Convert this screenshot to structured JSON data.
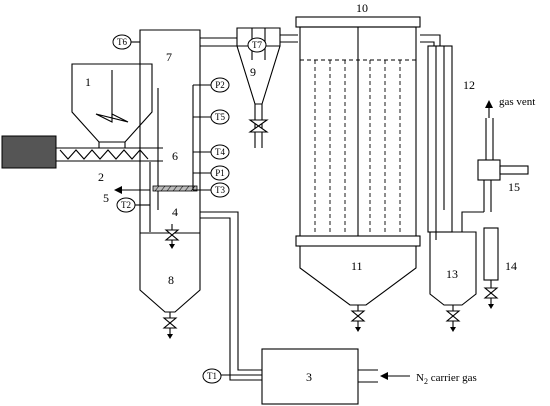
{
  "diagram": {
    "numbers": {
      "n1": "1",
      "n2": "2",
      "n3": "3",
      "n4": "4",
      "n5": "5",
      "n6": "6",
      "n7": "7",
      "n8": "8",
      "n9": "9",
      "n10": "10",
      "n11": "11",
      "n12": "12",
      "n13": "13",
      "n14": "14",
      "n15": "15"
    },
    "instruments": {
      "t1": "T1",
      "t2": "T2",
      "t3": "T3",
      "t4": "T4",
      "t5": "T5",
      "t6": "T6",
      "t7": "T7",
      "p1": "P1",
      "p2": "P2"
    },
    "labels": {
      "gas_vent": "gas vent",
      "carrier_prefix": "N",
      "carrier_sub": "2",
      "carrier_suffix": " carrier gas"
    }
  }
}
